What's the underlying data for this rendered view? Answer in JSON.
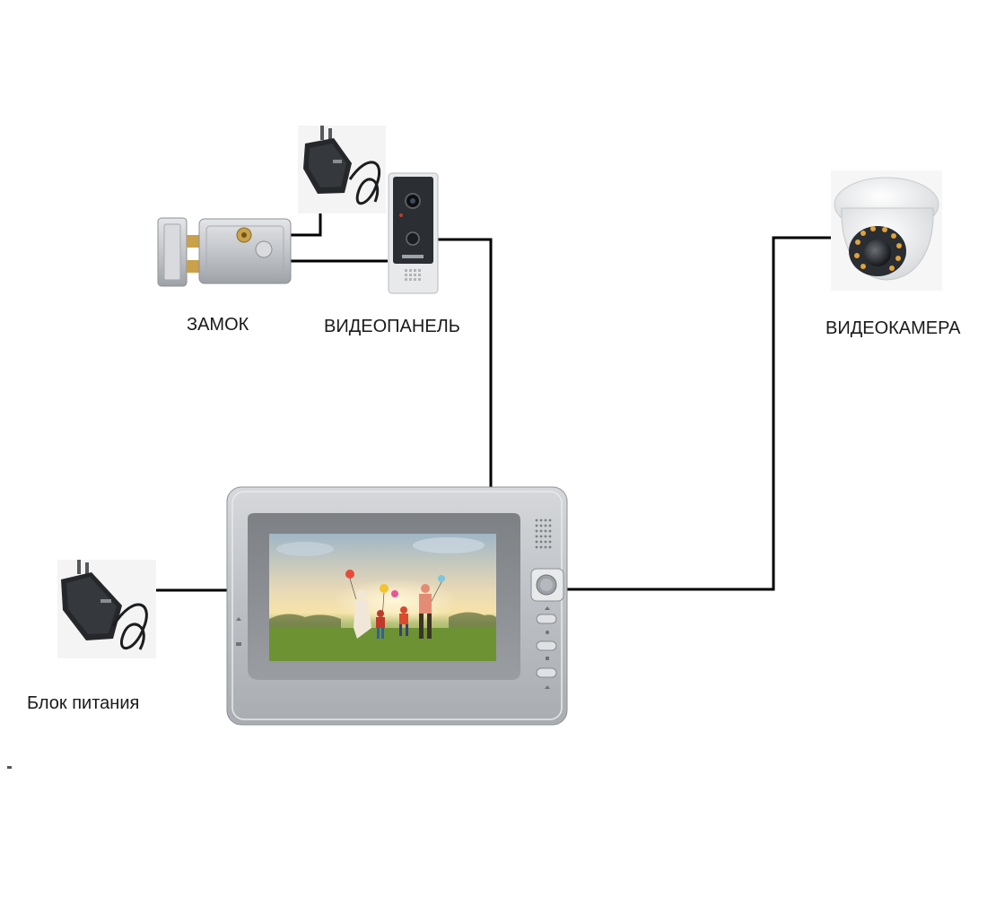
{
  "labels": {
    "lock": "ЗАМОК",
    "video_panel": "ВИДЕОПАНЕЛЬ",
    "video_camera": "ВИДЕОКАМЕРА",
    "power_supply": "Блок питания"
  },
  "colors": {
    "wire": "#000000",
    "monitor_body": "#b9bcc0",
    "monitor_bezel": "#8f9296",
    "lock_body": "#c9ccd0",
    "camera_body": "#f1f2f3",
    "adapter": "#26282b",
    "panel_face": "#2b2e33"
  },
  "icons": [
    "power-adapter-icon",
    "electric-lock-icon",
    "door-video-panel-icon",
    "dome-camera-icon",
    "video-monitor-icon"
  ]
}
